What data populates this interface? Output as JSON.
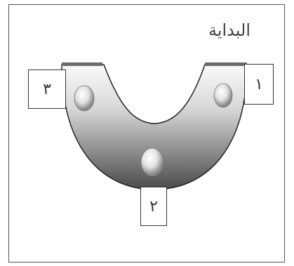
{
  "title": "البداية",
  "labels": {
    "one": "١",
    "two": "٢",
    "three": "٣"
  },
  "colors": {
    "bar": "#6b6b6b",
    "shape_top": "#f6f6f6",
    "shape_bottom": "#4d4d4d"
  }
}
